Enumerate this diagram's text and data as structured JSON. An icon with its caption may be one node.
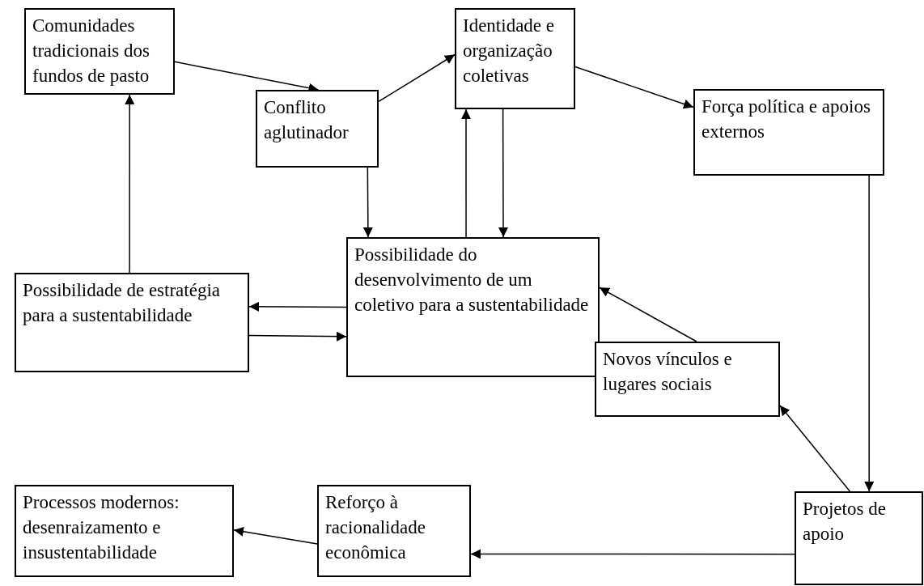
{
  "diagram": {
    "nodes": [
      {
        "text": [
          "Comunidades tradicionais dos fundos de pasto"
        ]
      },
      {
        "text": [
          "Conflito aglutinador"
        ]
      },
      {
        "text": [
          "Identidade e organização coletivas"
        ]
      },
      {
        "text": [
          "Força política e apoios externos"
        ]
      },
      {
        "text": [
          "Possibilidade do desenvolvimento de um coletivo para a sustentabilidade"
        ]
      },
      {
        "text": [
          "Possibilidade de estratégia para a sustentabilidade"
        ]
      },
      {
        "text": [
          "Novos vínculos e lugares sociais"
        ]
      },
      {
        "text": [
          "Processos modernos: desenraizamento e insustentabilidade"
        ]
      },
      {
        "text": [
          "Reforço à racionalidade econômica"
        ]
      },
      {
        "text": [
          "Projetos de apoio"
        ]
      }
    ],
    "edges": [
      {
        "from": 0,
        "to": 1,
        "arrow": "to"
      },
      {
        "from": 1,
        "to": 2,
        "arrow": "to"
      },
      {
        "from": 2,
        "to": 3,
        "arrow": "to"
      },
      {
        "from": 1,
        "to": 4,
        "arrow": "to"
      },
      {
        "from": 4,
        "to": 2,
        "arrow": "to"
      },
      {
        "from": 2,
        "to": 4,
        "arrow": "to"
      },
      {
        "from": 4,
        "to": 5,
        "arrow": "to"
      },
      {
        "from": 5,
        "to": 4,
        "arrow": "to"
      },
      {
        "from": 5,
        "to": 0,
        "arrow": "to"
      },
      {
        "from": 3,
        "to": 9,
        "arrow": "to"
      },
      {
        "from": 9,
        "to": 6,
        "arrow": "to"
      },
      {
        "from": 6,
        "to": 4,
        "arrow": "to"
      },
      {
        "from": 9,
        "to": 8,
        "arrow": "to"
      },
      {
        "from": 8,
        "to": 7,
        "arrow": "to"
      }
    ]
  }
}
